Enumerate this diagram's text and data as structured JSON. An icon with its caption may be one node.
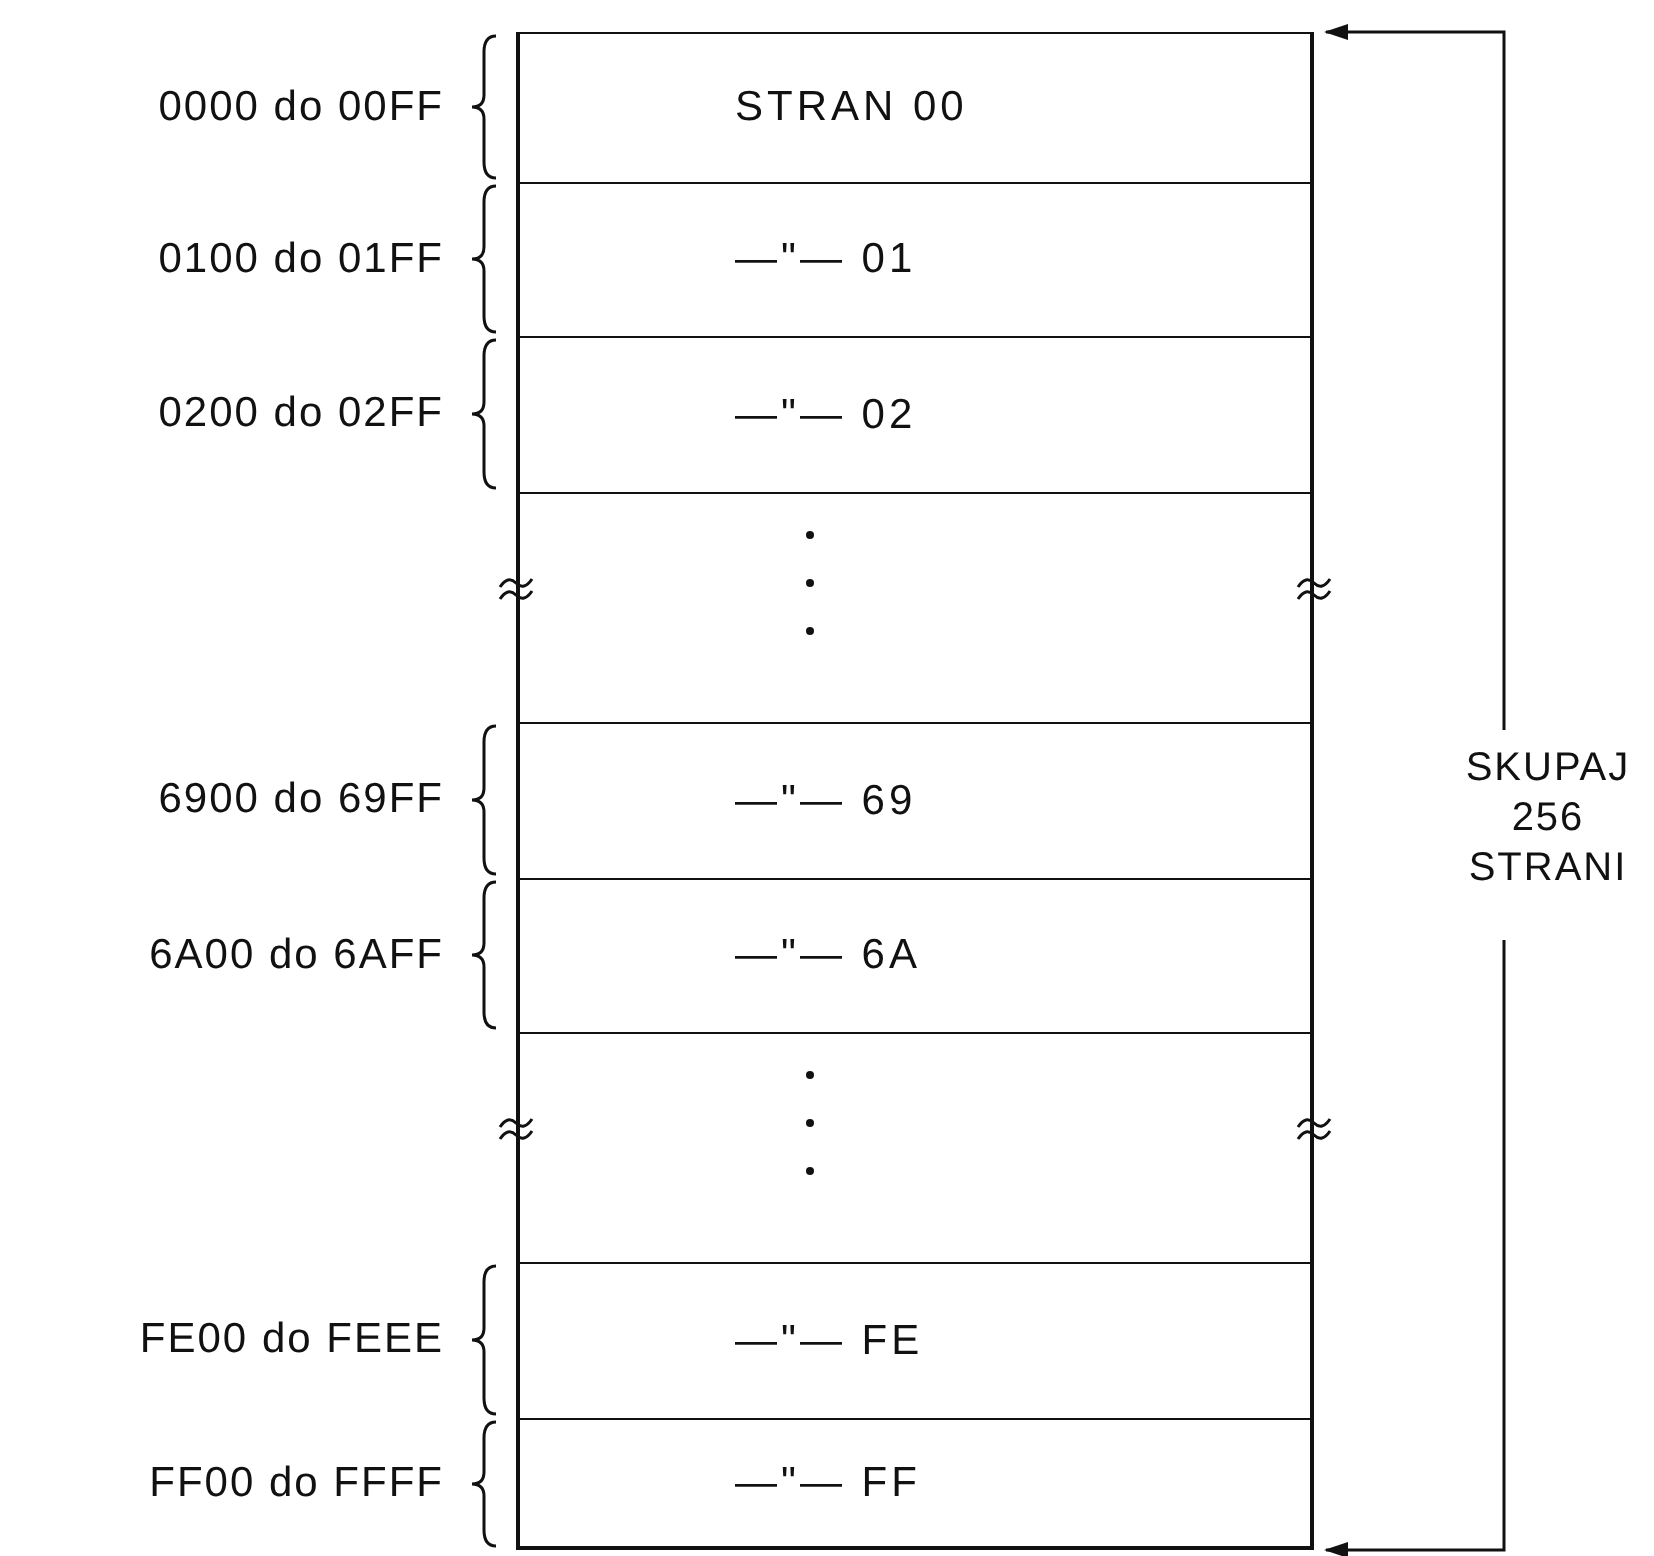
{
  "diagram": {
    "nodes": [
      {
        "text": [
          "STRAN 00"
        ],
        "beside": [
          "0000 do 00FF"
        ]
      },
      {
        "text": [
          "—\"— 01"
        ],
        "beside": [
          "0100 do 01FF"
        ]
      },
      {
        "text": [
          "—\"— 02"
        ],
        "beside": [
          "0200 do 02FF"
        ]
      },
      {
        "text": [],
        "shape": "box"
      },
      {
        "text": [
          "—\"— 69"
        ],
        "beside": [
          "6900 do 69FF"
        ]
      },
      {
        "text": [
          "—\"— 6A"
        ],
        "beside": [
          "6A00 do 6AFF"
        ]
      },
      {
        "text": [],
        "shape": "box"
      },
      {
        "text": [
          "—\"— FE"
        ],
        "beside": [
          "FE00 do FEEE"
        ]
      },
      {
        "text": [
          "—\"— FF"
        ],
        "beside": [
          "FF00 do FFFF"
        ]
      }
    ],
    "labels": [
      "SKUPAJ 256 STRANI"
    ]
  }
}
